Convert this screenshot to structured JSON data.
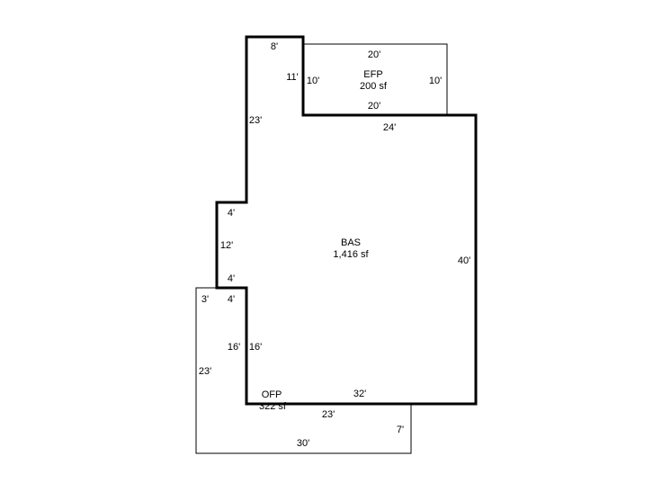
{
  "areas": {
    "bas": {
      "code": "BAS",
      "size": "1,416 sf"
    },
    "efp": {
      "code": "EFP",
      "size": "200 sf"
    },
    "ofp": {
      "code": "OFP",
      "size": "322 sf"
    }
  },
  "dimensions": {
    "bas_top_left": "8'",
    "bas_notch_vertical": "11'",
    "bas_upper_left": "23'",
    "bas_top_right": "24'",
    "bas_right": "40'",
    "bas_bottom": "32'",
    "bas_inner_left": "16'",
    "bas_jog_top": "4'",
    "bas_jog_left": "12'",
    "bas_jog_bottom": "4'",
    "efp_top": "20'",
    "efp_left": "10'",
    "efp_right": "10'",
    "efp_bottom": "20'",
    "ofp_top": "3'",
    "ofp_jog": "4'",
    "ofp_inner_left": "16'",
    "ofp_left": "23'",
    "ofp_inner_bottom": "23'",
    "ofp_right": "7'",
    "ofp_bottom": "30'"
  },
  "colors": {
    "line": "#000000",
    "background": "#ffffff"
  }
}
